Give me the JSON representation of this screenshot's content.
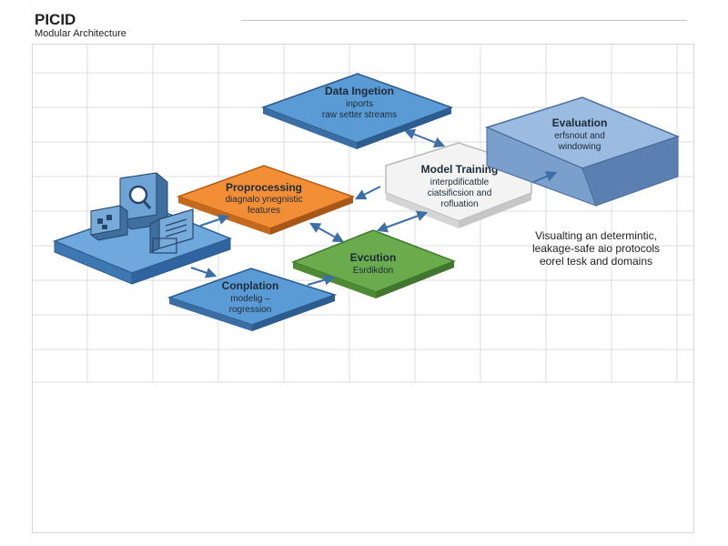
{
  "header": {
    "title": "PICID",
    "subtitle": "Modular Architecture"
  },
  "nodes": {
    "ingestion": {
      "title": "Data Ingetion",
      "line1": "inports",
      "line2": "raw setter streams"
    },
    "preprocessing": {
      "title": "Proprocessing",
      "line1": "diagnalo ynegnistic",
      "line2": "features"
    },
    "training": {
      "title": "Model Training",
      "line1": "interpdificatble",
      "line2": "ciatsificsion and",
      "line3": "rofluation"
    },
    "evaluation_box": {
      "title": "Evaluation",
      "line1": "erfsnout and",
      "line2": "windowing"
    },
    "evaluation_green": {
      "title": "Evcution",
      "line1": "Esrdikdon"
    },
    "compilation": {
      "title": "Conplation",
      "line1": "modelig –",
      "line2": "rogression"
    }
  },
  "note": {
    "line1": "Visualting an determintic,",
    "line2": "leakage-safe aio protocols",
    "line3": "eorel tesk and domains"
  },
  "colors": {
    "blue": "#5b9bd5",
    "blue_dark": "#3a78b5",
    "orange": "#f28e35",
    "green": "#6aab4e",
    "slate": "#7b9fcc",
    "arrow": "#3b6fa6"
  }
}
